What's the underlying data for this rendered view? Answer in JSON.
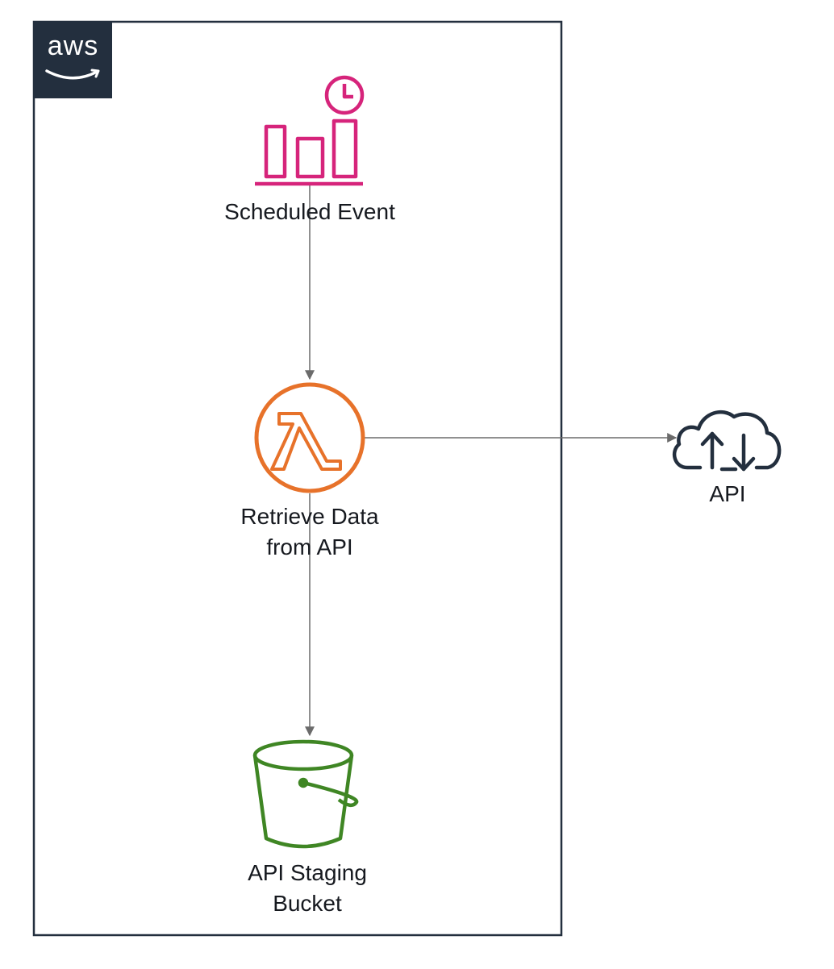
{
  "cloud": {
    "provider_logo_text": "aws",
    "group_border_color": "#232f3e"
  },
  "nodes": {
    "scheduled_event": {
      "label": "Scheduled Event",
      "icon": "eventbridge-schedule-icon",
      "color": "#d6247b"
    },
    "lambda": {
      "label_line1": "Retrieve Data",
      "label_line2": "from API",
      "icon": "lambda-icon",
      "color": "#e7722a"
    },
    "bucket": {
      "label_line1": "API Staging",
      "label_line2": "Bucket",
      "icon": "s3-bucket-icon",
      "color": "#3f8624"
    },
    "api": {
      "label": "API",
      "icon": "cloud-upload-download-icon",
      "color": "#232f3e"
    }
  },
  "edges": [
    {
      "from": "Scheduled Event",
      "to": "Retrieve Data from API"
    },
    {
      "from": "Retrieve Data from API",
      "to": "API"
    },
    {
      "from": "Retrieve Data from API",
      "to": "API Staging Bucket"
    }
  ],
  "arrow_color": "#6b6b6b"
}
